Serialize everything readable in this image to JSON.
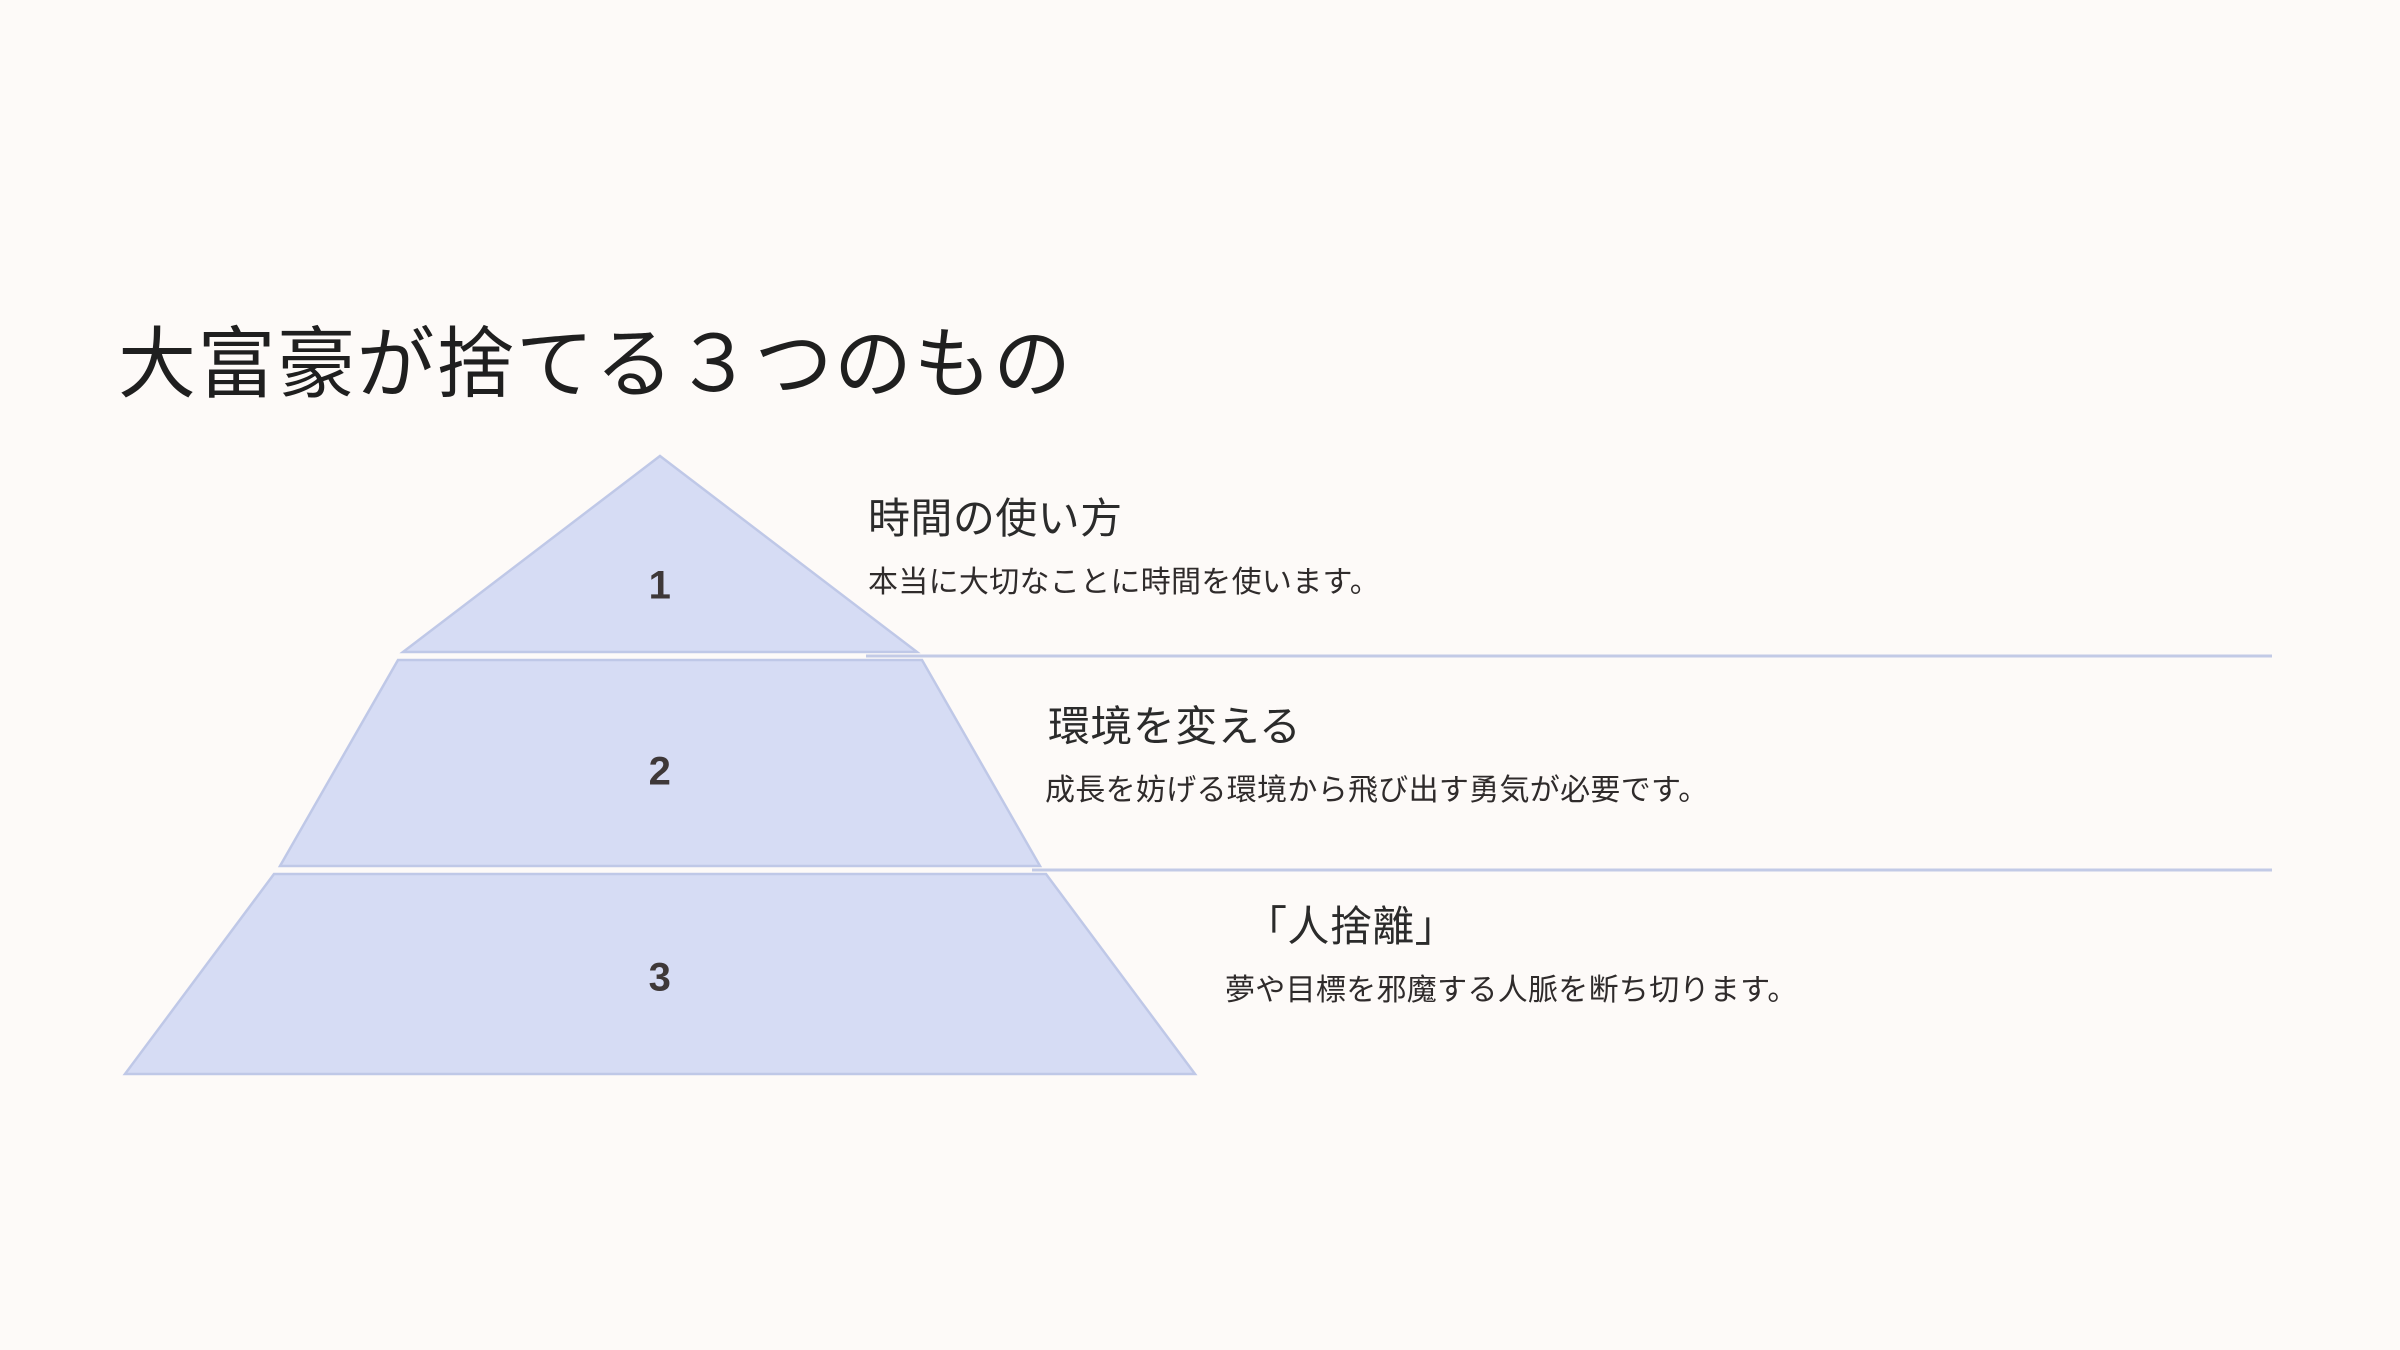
{
  "slide": {
    "title": "大富豪が捨てる３つのもの",
    "background_color": "#fdfaf8",
    "title_color": "#1f1f1f"
  },
  "pyramid": {
    "fill_color": "#d6dcf4",
    "stroke_color": "#bfc8e7",
    "connector_color": "#c2cae6",
    "number_color": "#3e3838",
    "tiers": [
      {
        "number": "1",
        "heading": "時間の使い方",
        "description": "本当に大切なことに時間を使います。"
      },
      {
        "number": "2",
        "heading": "環境を変える",
        "description": "成長を妨げる環境から飛び出す勇気が必要です。"
      },
      {
        "number": "3",
        "heading": "「人捨離」",
        "description": "夢や目標を邪魔する人脈を断ち切ります。"
      }
    ]
  }
}
